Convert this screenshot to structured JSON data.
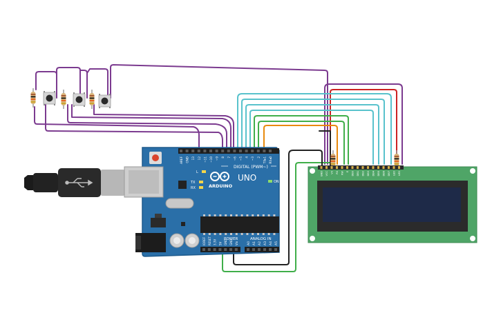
{
  "arduino": {
    "brand": "ARDUINO",
    "model": "UNO",
    "digital_label": "DIGITAL (PWM~)",
    "power_label": "POWER",
    "analog_label": "ANALOG IN",
    "on_label": "ON",
    "tx_label": "TX",
    "rx_label": "RX",
    "l_label": "L",
    "digital_pins": [
      "AREF",
      "GND",
      "13",
      "12",
      "~11",
      "~10",
      "~9",
      "8",
      "7",
      "~6",
      "~5",
      "4",
      "~3",
      "2",
      "TX▸1",
      "RX◂0"
    ],
    "power_pins": [
      "IOREF",
      "RESET",
      "3.3V",
      "5V",
      "GND",
      "GND",
      "Vin"
    ],
    "analog_pins": [
      "A0",
      "A1",
      "A2",
      "A3",
      "A4",
      "A5"
    ]
  },
  "lcd": {
    "pins": [
      "GND",
      "VCC",
      "V0",
      "RS",
      "RW",
      "E",
      "DB0",
      "DB1",
      "DB2",
      "DB3",
      "DB4",
      "DB5",
      "DB6",
      "DB7",
      "LED",
      "LED"
    ]
  },
  "colors": {
    "board": "#2a6fa8",
    "board_edge": "#1d5a8c",
    "lcd_pcb": "#4fa567",
    "lcd_screen": "#1e2a48",
    "wire_purple": "#7b3a8f",
    "wire_cyan": "#58c2cc",
    "wire_green": "#3fae49",
    "wire_orange": "#e8890c",
    "wire_red": "#cc2222",
    "wire_black": "#222222"
  }
}
